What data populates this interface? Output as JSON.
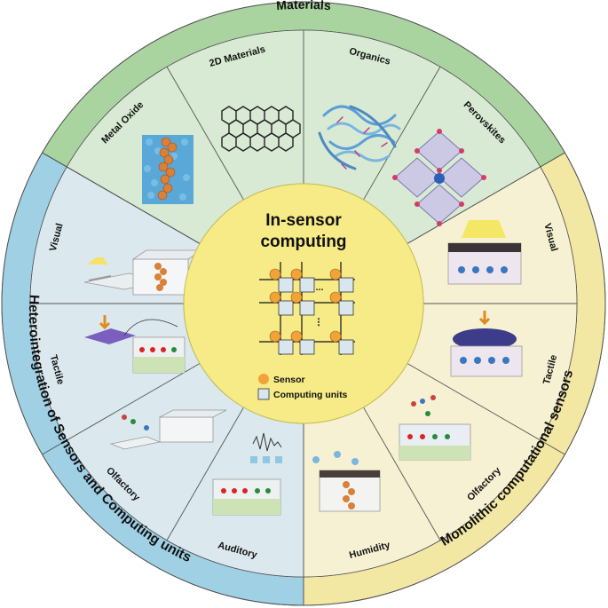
{
  "center": {
    "title_line1": "In-sensor",
    "title_line2": "computing",
    "legend": {
      "sensor_label": "Sensor",
      "computing_label": "Computing units"
    },
    "grid_ellipsis_h": "...",
    "grid_ellipsis_v": "⋮"
  },
  "rings": {
    "materials": {
      "title": "Materials",
      "items": [
        "Metal Oxide",
        "2D Materials",
        "Organics",
        "Perovskites"
      ]
    },
    "heterointegration": {
      "title": "Heterointegration of Sensors and Computing units",
      "items": [
        "Visual",
        "Tactile",
        "Olfactory",
        "Auditory"
      ]
    },
    "monolithic": {
      "title": "Monolithic computational sensors",
      "items": [
        "Visual",
        "Tactile",
        "Olfactory",
        "Humidity"
      ]
    }
  },
  "colors": {
    "materials_outer": "#a9d4a0",
    "materials_inner": "#d8ead3",
    "hetero_outer": "#9fd0e4",
    "hetero_inner": "#dbe8ee",
    "mono_outer": "#f2e7a3",
    "mono_inner": "#f6f1d2",
    "core": "#f6eb86",
    "sensor_dot": "#f1a33a",
    "computing_box": "#d9e6ee"
  }
}
